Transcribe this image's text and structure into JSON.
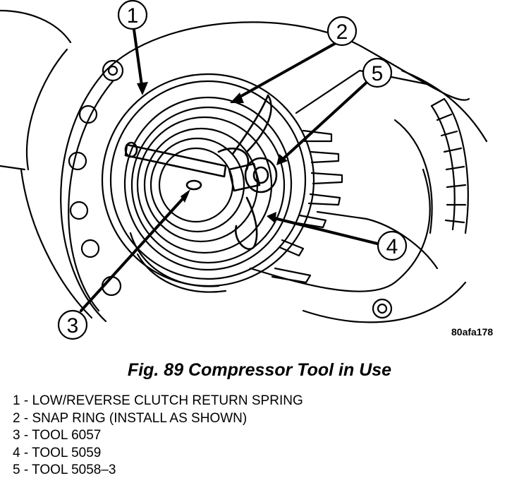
{
  "figure": {
    "code": "80afa178",
    "caption": "Fig. 89 Compressor Tool in Use",
    "callouts": [
      "1",
      "2",
      "3",
      "4",
      "5"
    ],
    "legend": [
      "1 - LOW/REVERSE CLUTCH RETURN SPRING",
      "2 - SNAP RING (INSTALL AS SHOWN)",
      "3 - TOOL 6057",
      "4 - TOOL 5059",
      "5 - TOOL 5058–3"
    ]
  }
}
